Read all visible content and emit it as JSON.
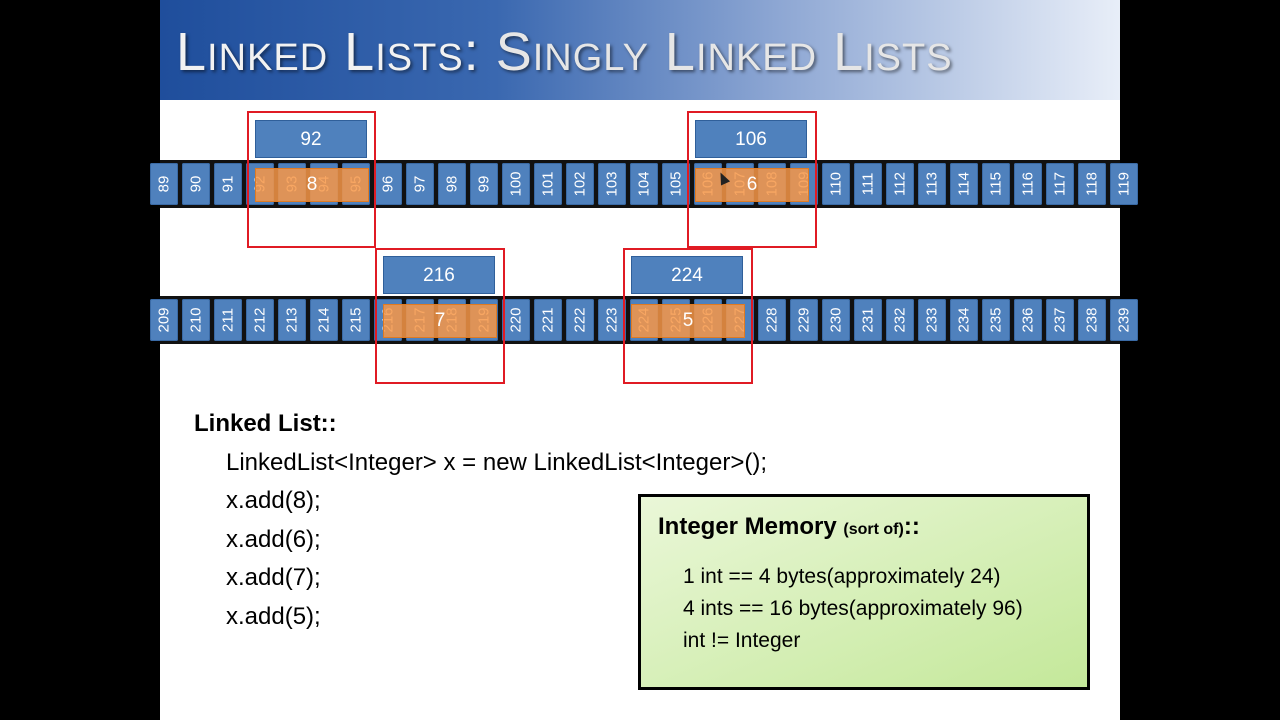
{
  "title": {
    "main": "Linked Lists:",
    "sub": "Singly Linked Lists"
  },
  "row1": {
    "cells": [
      "89",
      "90",
      "91",
      "92",
      "93",
      "94",
      "95",
      "96",
      "97",
      "98",
      "99",
      "100",
      "101",
      "102",
      "103",
      "104",
      "105",
      "106",
      "107",
      "108",
      "109",
      "110",
      "111",
      "112",
      "113",
      "114",
      "115",
      "116",
      "117",
      "118",
      "119"
    ],
    "nodes": [
      {
        "address": "92",
        "value": "8"
      },
      {
        "address": "106",
        "value": "6"
      }
    ]
  },
  "row2": {
    "cells": [
      "209",
      "210",
      "211",
      "212",
      "213",
      "214",
      "215",
      "216",
      "217",
      "218",
      "219",
      "220",
      "221",
      "222",
      "223",
      "224",
      "225",
      "226",
      "227",
      "228",
      "229",
      "230",
      "231",
      "232",
      "233",
      "234",
      "235",
      "236",
      "237",
      "238",
      "239"
    ],
    "nodes": [
      {
        "address": "216",
        "value": "7"
      },
      {
        "address": "224",
        "value": "5"
      }
    ]
  },
  "code": {
    "heading": "Linked List::",
    "lines": [
      "LinkedList<Integer> x = new LinkedList<Integer>();",
      "x.add(8);",
      "x.add(6);",
      "x.add(7);",
      "x.add(5);"
    ]
  },
  "info": {
    "title": "Integer Memory ",
    "title_small": "(sort of)",
    "title_suffix": "::",
    "lines": [
      "1 int == 4 bytes(approximately 24)",
      "4 ints == 16 bytes(approximately 96)",
      "int != Integer"
    ]
  },
  "colors": {
    "cell": "#4f81bd",
    "value_box": "#f79646",
    "frame": "#e01b24",
    "info_bg": "#c4e89a"
  }
}
